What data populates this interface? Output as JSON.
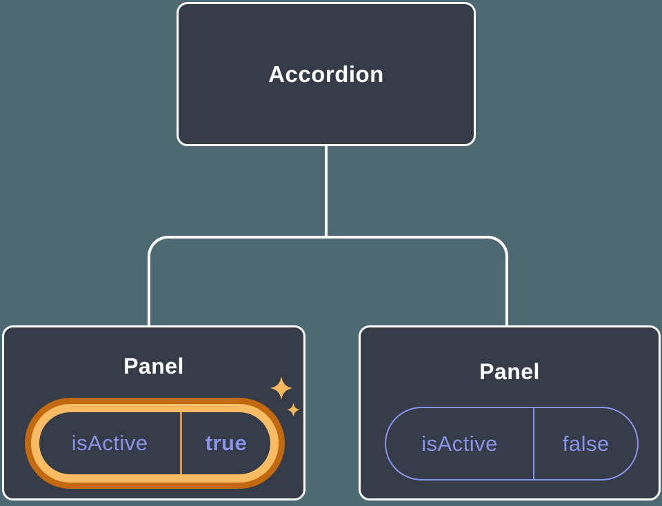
{
  "colors": {
    "bg": "#4d6971",
    "card": "#353b47",
    "edge": "#ffffff",
    "text-white": "#ffffff",
    "purple": "#8a93ec",
    "orange-dark": "#c2690f",
    "gold": "#f9bc64",
    "gold-divider": "#dd9a41",
    "sparkle": "#f6b85e"
  },
  "tree": {
    "root": {
      "label": "Accordion"
    },
    "panels": [
      {
        "label": "Panel",
        "highlighted": true,
        "state": {
          "name": "isActive",
          "value": "true"
        }
      },
      {
        "label": "Panel",
        "highlighted": false,
        "state": {
          "name": "isActive",
          "value": "false"
        }
      }
    ]
  },
  "icons": {
    "sparkle_large": "sparkle-icon",
    "sparkle_small": "sparkle-icon"
  }
}
